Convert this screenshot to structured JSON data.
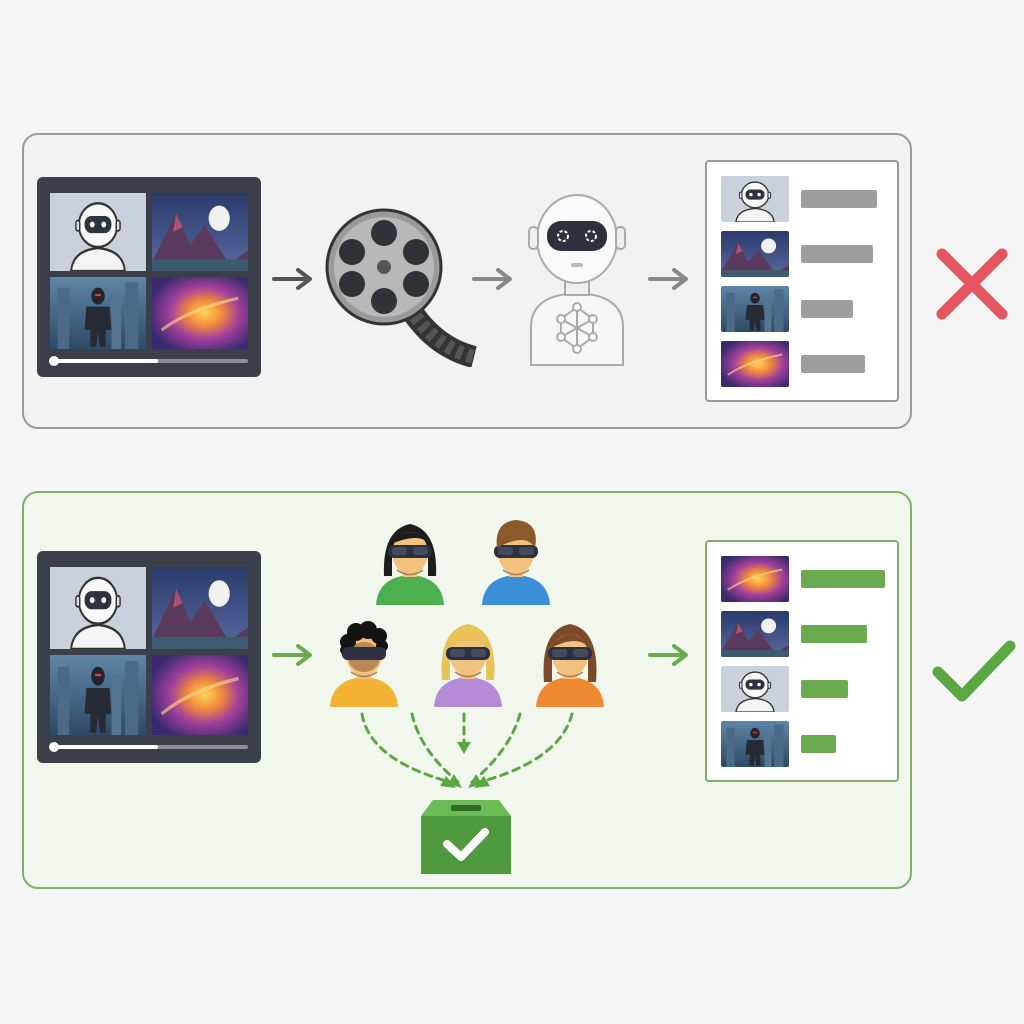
{
  "colors": {
    "top_panel_border": "#9a9a9a",
    "bottom_panel_border": "#7fb069",
    "gray_bar": "#9e9e9e",
    "green_bar": "#6aab4f",
    "cross": "#e4555f",
    "check": "#5ba843",
    "ballot_box": "#4f9a3e"
  },
  "icons": {
    "video_grid": "video-thumbnail-grid-icon",
    "film_reel": "film-reel-icon",
    "robot_model": "ai-robot-model-icon",
    "human_raters": "vr-headset-person-icon",
    "ballot_box": "ballot-box-icon",
    "wrong": "red-cross-icon",
    "right": "green-checkmark-icon"
  },
  "top_pipeline": {
    "stages": [
      "video-grid",
      "film-reel",
      "ai-model",
      "ranked-list"
    ],
    "ranking": [
      {
        "thumbnail": "robot",
        "score": 0.9
      },
      {
        "thumbnail": "mountain-moon",
        "score": 0.86
      },
      {
        "thumbnail": "armored-figure",
        "score": 0.62
      },
      {
        "thumbnail": "nebula",
        "score": 0.76
      }
    ],
    "verdict": "wrong"
  },
  "bottom_pipeline": {
    "stages": [
      "video-grid",
      "human-raters",
      "vote",
      "ranked-list"
    ],
    "raters": [
      "rater-black-hair",
      "rater-brown-hair",
      "rater-curly-hair",
      "rater-blonde-hair",
      "rater-long-brown-hair"
    ],
    "ranking": [
      {
        "thumbnail": "nebula",
        "score": 1.0
      },
      {
        "thumbnail": "mountain-moon",
        "score": 0.78
      },
      {
        "thumbnail": "robot",
        "score": 0.56
      },
      {
        "thumbnail": "armored-figure",
        "score": 0.42
      }
    ],
    "verdict": "right"
  }
}
